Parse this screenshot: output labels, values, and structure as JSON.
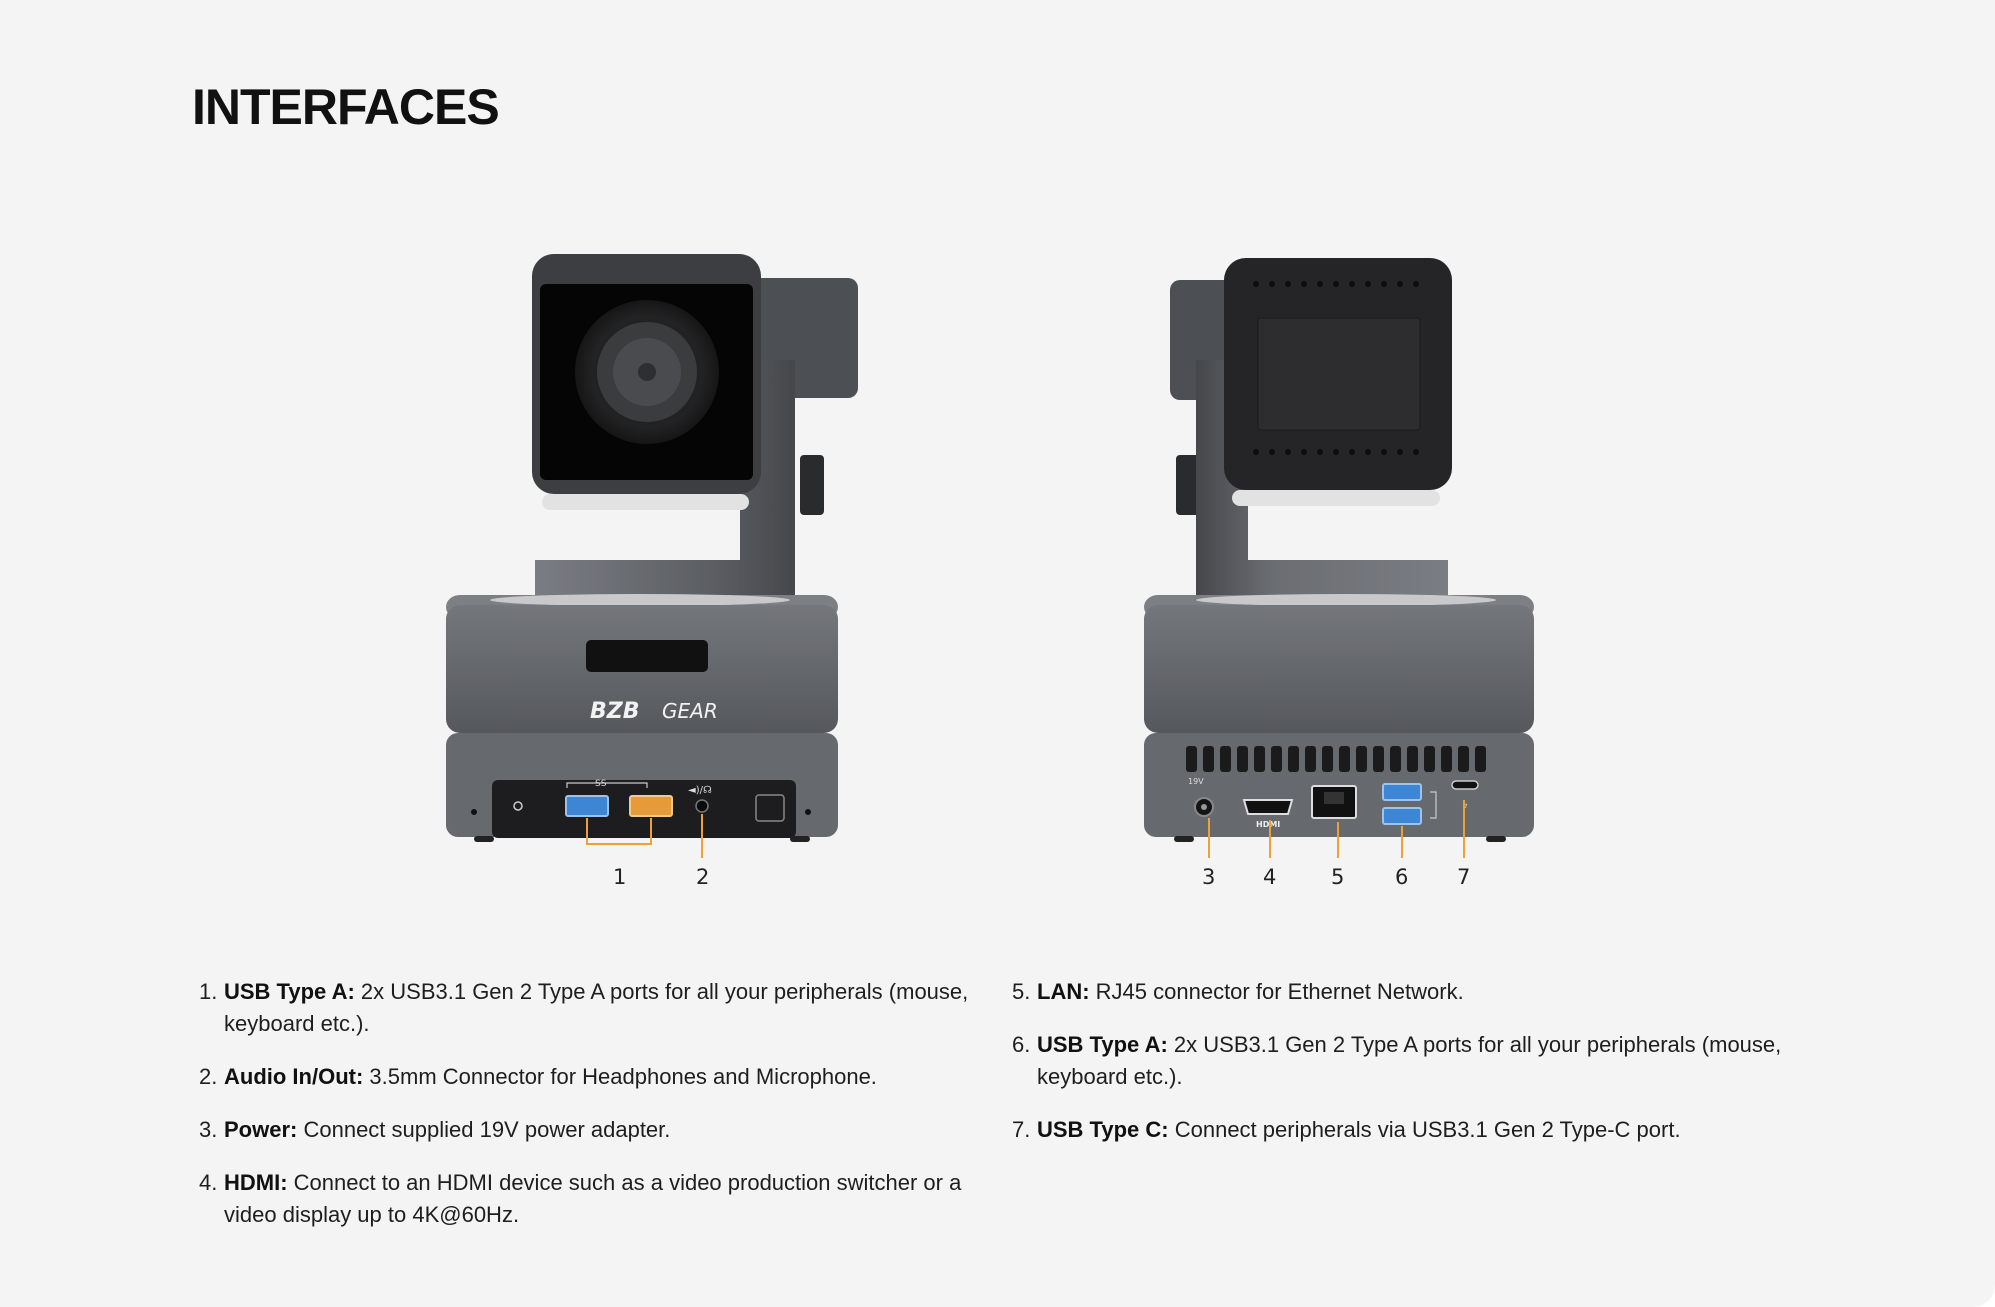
{
  "section": {
    "title": "INTERFACES"
  },
  "front_view": {
    "logo_text": "BZB",
    "logo_text_2": "GEAR",
    "usb_badge": "SS",
    "callouts": [
      {
        "number": "1"
      },
      {
        "number": "2"
      }
    ]
  },
  "rear_view": {
    "power_label": "19V",
    "hdmi_label": "HDMI",
    "callouts": [
      {
        "number": "3"
      },
      {
        "number": "4"
      },
      {
        "number": "5"
      },
      {
        "number": "6"
      },
      {
        "number": "7"
      }
    ]
  },
  "interfaces_left": [
    {
      "number": "1.",
      "name": "USB Type A:",
      "description": " 2x USB3.1 Gen 2 Type A ports for all your peripherals (mouse, keyboard etc.)."
    },
    {
      "number": "2.",
      "name": "Audio In/Out:",
      "description": " 3.5mm Connector for Headphones and Microphone."
    },
    {
      "number": "3.",
      "name": "Power:",
      "description": " Connect supplied 19V power adapter."
    },
    {
      "number": "4.",
      "name": "HDMI:",
      "description": " Connect to an HDMI device such as a video production switcher or a video display up to 4K@60Hz."
    }
  ],
  "interfaces_right": [
    {
      "number": "5.",
      "name": "LAN:",
      "description": " RJ45 connector for Ethernet Network."
    },
    {
      "number": "6.",
      "name": "USB Type A:",
      "description": " 2x USB3.1 Gen 2 Type A ports for all your peripherals (mouse, keyboard etc.)."
    },
    {
      "number": "7.",
      "name": "USB Type C:",
      "description": " Connect peripherals via USB3.1 Gen 2 Type-C port."
    }
  ],
  "colors": {
    "callout_line": "#f0a035",
    "usb_blue": "#3d86d6",
    "usb_orange": "#e79a3a",
    "body_gray": "#5e6167",
    "base_gray": "#6b6e74",
    "panel_dark": "#1f1f21"
  }
}
